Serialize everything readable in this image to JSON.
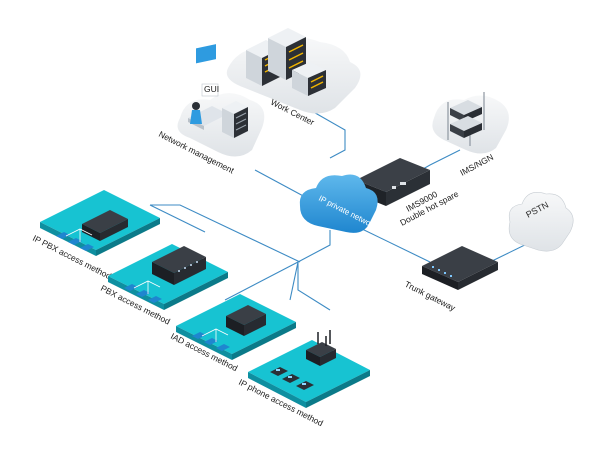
{
  "labels": {
    "work_center": "Work Center",
    "network_management": "Network management",
    "ims_ngn": "IMS/NGN",
    "ims9000": "IMS9000",
    "double_hot_spare": "Double hot spare",
    "ip_private_network": "IP private network",
    "pstn": "PSTN",
    "trunk_gateway": "Trunk gateway",
    "ip_pbx_access": "IP PBX access method",
    "pbx_access": "PBX access method",
    "iad_access": "IAD access method",
    "ip_phone_access": "IP phone access method",
    "monitor_tag": "GUI"
  },
  "colors": {
    "platform_top": "#17c3d2",
    "platform_side": "#0e8fa0",
    "link": "#3d8bc4",
    "cloud_blue": "#2e9be0",
    "grey_cloud": "#e9ecef",
    "device_dark": "#2b2f36"
  },
  "icons": [
    "server-rack-icon",
    "router-icon",
    "phone-icon",
    "cloud-icon",
    "monitor-icon",
    "operator-icon",
    "gateway-icon",
    "wifi-router-icon"
  ]
}
